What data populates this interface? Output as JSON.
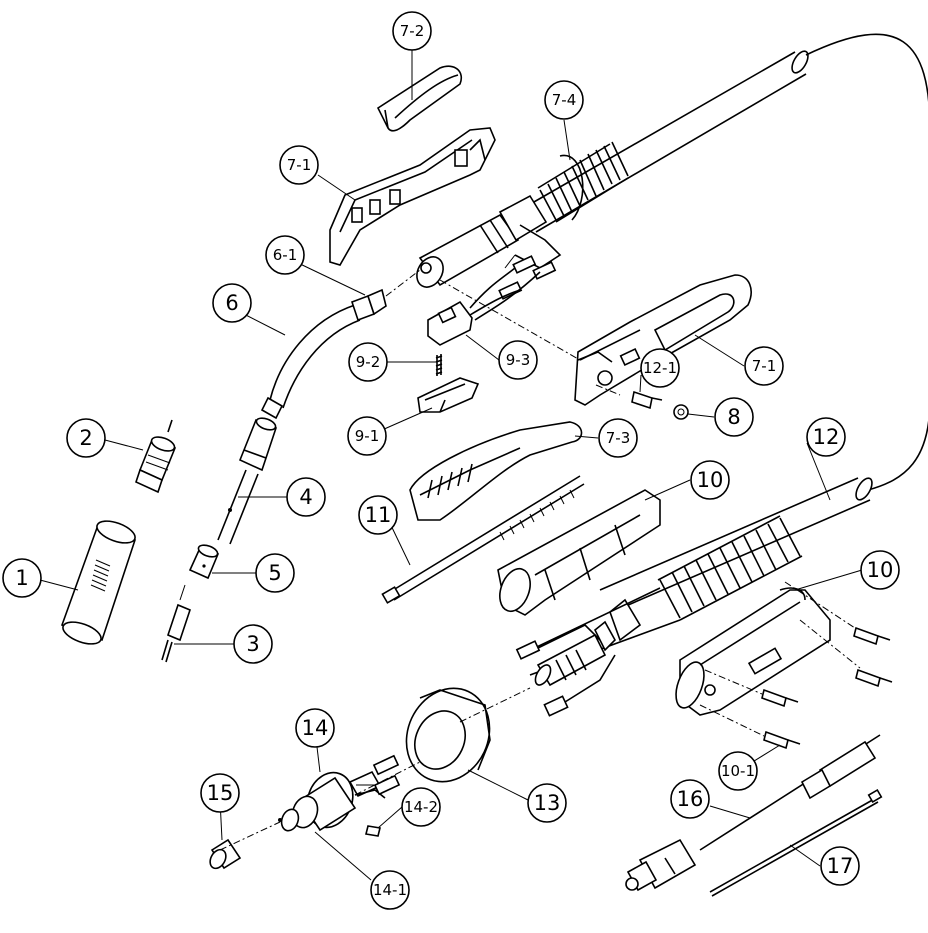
{
  "labels": {
    "p1": "1",
    "p2": "2",
    "p3": "3",
    "p4": "4",
    "p5": "5",
    "p6": "6",
    "p6_1": "6-1",
    "p7_1a": "7-1",
    "p7_1b": "7-1",
    "p7_2": "7-2",
    "p7_3": "7-3",
    "p7_4": "7-4",
    "p8": "8",
    "p9_1": "9-1",
    "p9_2": "9-2",
    "p9_3": "9-3",
    "p10a": "10",
    "p10b": "10",
    "p10_1": "10-1",
    "p11": "11",
    "p12": "12",
    "p12_1": "12-1",
    "p13": "13",
    "p14": "14",
    "p14_1": "14-1",
    "p14_2": "14-2",
    "p15": "15",
    "p16": "16",
    "p17": "17"
  }
}
